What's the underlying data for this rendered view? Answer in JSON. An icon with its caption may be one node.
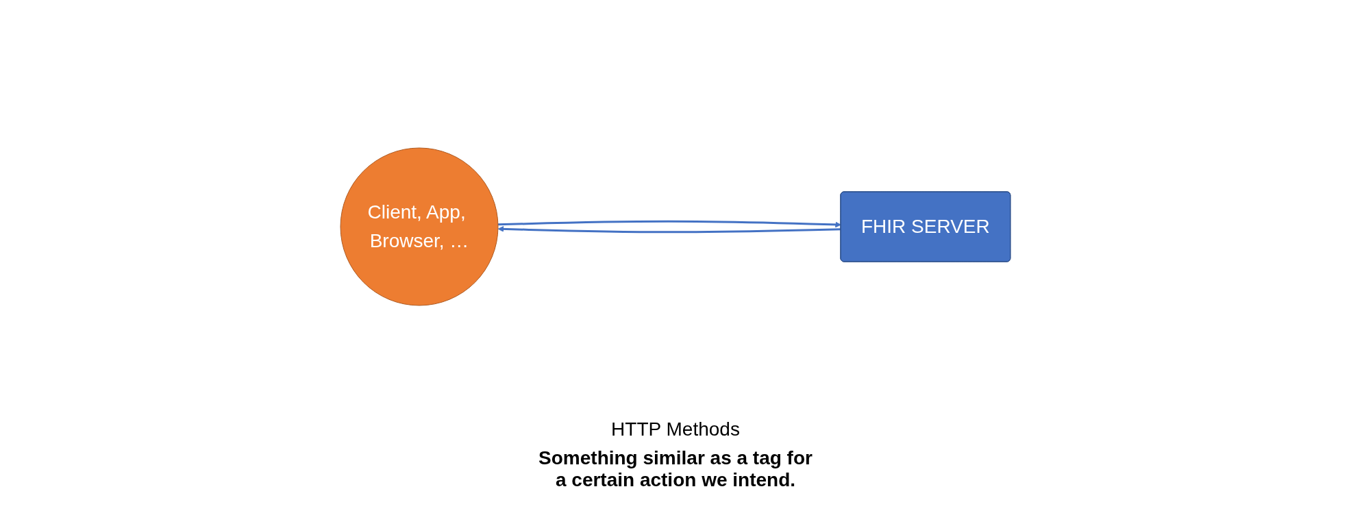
{
  "diagram": {
    "nodes": [
      {
        "text": [
          "Client, App, Browser, …"
        ]
      },
      {
        "text": [
          "FHIR SERVER"
        ]
      }
    ],
    "edges": [
      {
        "from": 0,
        "to": 1,
        "arrow": "to"
      },
      {
        "from": 1,
        "to": 0,
        "arrow": "to"
      }
    ],
    "labels": [
      "HTTP Methods",
      "Something similar as a tag for a certain action we intend."
    ]
  }
}
